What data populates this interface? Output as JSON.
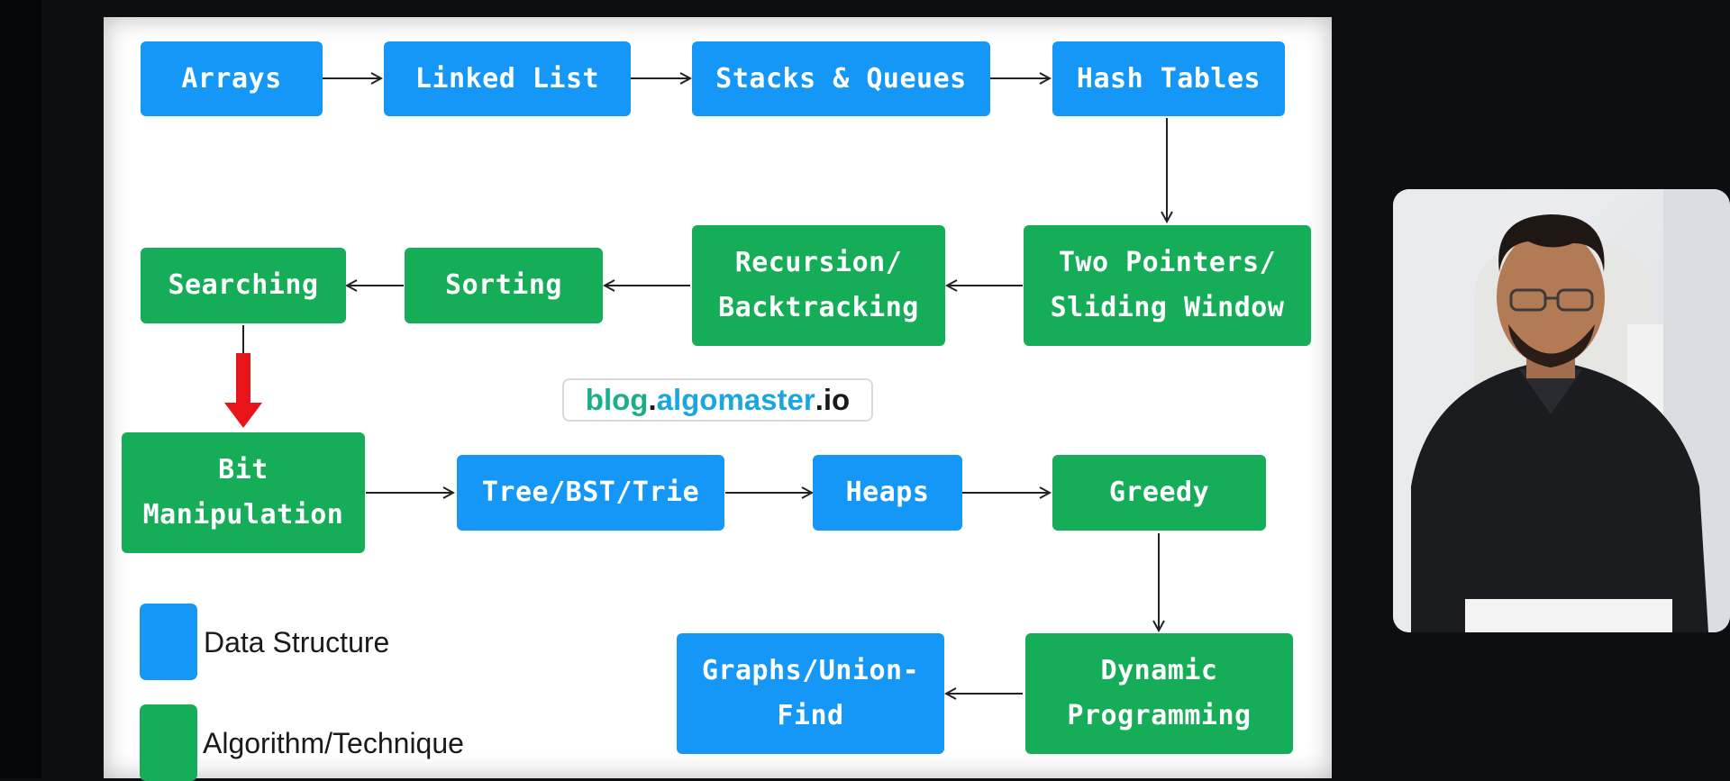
{
  "diagram": {
    "nodes": {
      "arrays": "Arrays",
      "linked_list": "Linked List",
      "stacks_queues": "Stacks & Queues",
      "hash_tables": "Hash Tables",
      "two_pointers": "Two Pointers/\nSliding Window",
      "recursion": "Recursion/\nBacktracking",
      "sorting": "Sorting",
      "searching": "Searching",
      "bit_manipulation": "Bit\nManipulation",
      "tree": "Tree/BST/Trie",
      "heaps": "Heaps",
      "greedy": "Greedy",
      "dp": "Dynamic\nProgramming",
      "graphs": "Graphs/Union-\nFind"
    },
    "watermark": {
      "part1": "blog",
      "dot1": ".",
      "part2": "algomaster",
      "dot2": ".",
      "part3": "io"
    },
    "legend": {
      "data_structure": "Data Structure",
      "algorithm": "Algorithm/Technique"
    }
  },
  "colors": {
    "data_structure": "#1597f7",
    "algorithm": "#15ad57",
    "highlight_arrow": "#e8141a"
  },
  "webcam": {
    "icon": "presenter-video"
  }
}
